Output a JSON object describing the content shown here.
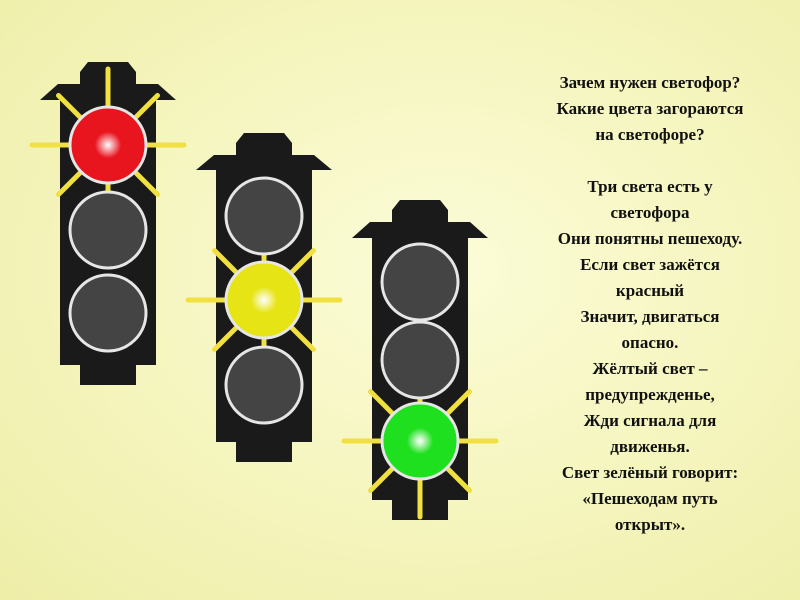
{
  "slide": {
    "questions": [
      "Зачем нужен светофор?",
      "Какие цвета загораются",
      "на светофоре?"
    ],
    "poem": [
      "Три света есть у",
      "светофора",
      "Они понятны пешеходу.",
      "Если свет зажётся",
      "красный",
      "Значит, двигаться",
      "опасно.",
      "Жёлтый свет –",
      "предупрежденье,",
      "Жди сигнала для",
      "движенья.",
      "Свет зелёный говорит:",
      "«Пешеходам путь",
      "открыт»."
    ]
  },
  "traffic_lights": [
    {
      "name": "red-signal",
      "active": 0,
      "color": "#e8141e",
      "glow_color": "#f0e040"
    },
    {
      "name": "yellow-signal",
      "active": 1,
      "color": "#e6e414",
      "glow_color": "#f0e040"
    },
    {
      "name": "green-signal",
      "active": 2,
      "color": "#1ee01e",
      "glow_color": "#f0e040"
    }
  ],
  "colors": {
    "body": "#1a1a1a",
    "lamp_off": "#444444",
    "lamp_ring": "#e6e6e6",
    "background": "#f6f6c2"
  }
}
